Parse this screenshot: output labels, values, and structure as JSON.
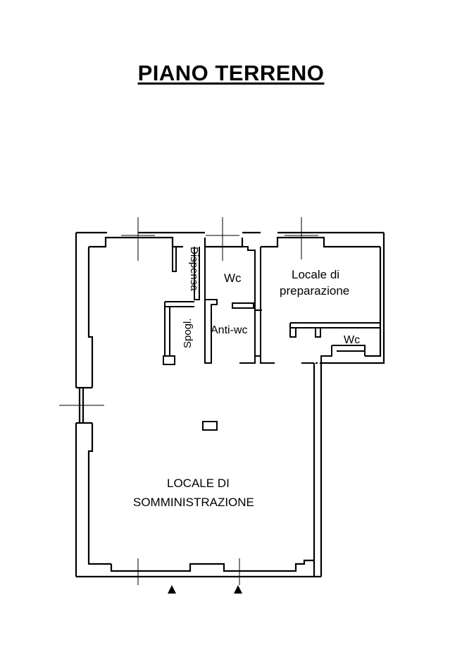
{
  "title": "PIANO TERRENO",
  "rooms": {
    "dispensa": "Dispensa",
    "wc_1": "Wc",
    "locale_prep_line1": "Locale di",
    "locale_prep_line2": "preparazione",
    "spogl": "Spogl.",
    "anti_wc": "Anti-wc",
    "wc_2": "Wc",
    "main_line1": "LOCALE DI",
    "main_line2": "SOMMINISTRAZIONE"
  },
  "colors": {
    "wall": "#000000",
    "background": "#ffffff"
  }
}
